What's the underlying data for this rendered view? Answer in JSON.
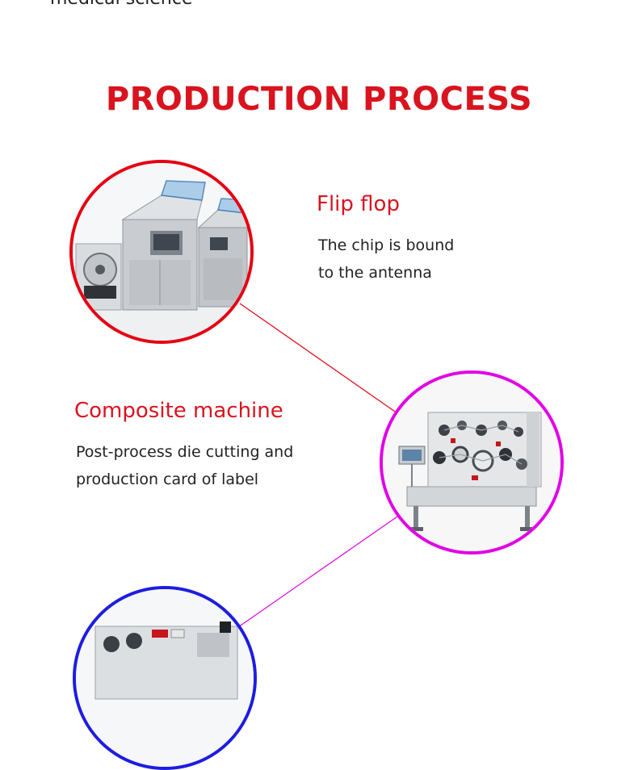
{
  "header": {
    "partial_text": "medical science",
    "title": "PRODUCTION PROCESS"
  },
  "steps": [
    {
      "title": "Flip flop",
      "desc_line1": "The chip is bound",
      "desc_line2": "to the antenna",
      "ring_color": "#e60012",
      "image": "flip-chip-machine-photo"
    },
    {
      "title": "Composite machine",
      "desc_line1": "Post-process die cutting and",
      "desc_line2": "production card of label",
      "ring_color": "#e100e6",
      "image": "composite-die-cutting-machine-photo"
    },
    {
      "ring_color": "#1d1de0",
      "image": "third-machine-photo-partial"
    }
  ],
  "colors": {
    "accent": "#d9141f",
    "text": "#222222",
    "background": "#ffffff"
  }
}
